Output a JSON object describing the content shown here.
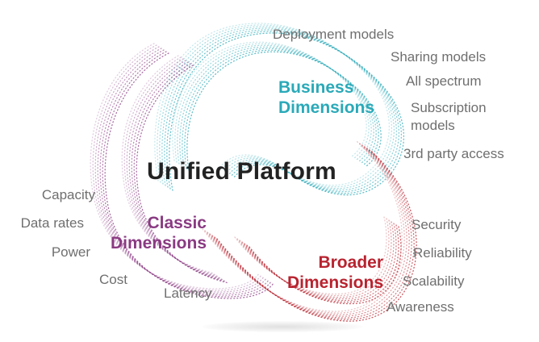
{
  "center_title": "Unified Platform",
  "colors": {
    "business": "#2aa9b8",
    "classic": "#8a3a82",
    "broader": "#b8232f",
    "label_gray": "#6f6f6f",
    "title_dark": "#222222"
  },
  "groups": {
    "business": {
      "heading": "Business\nDimensions",
      "items": [
        "Deployment models",
        "Sharing models",
        "All spectrum",
        "Subscription\nmodels",
        "3rd party access"
      ]
    },
    "classic": {
      "heading": "Classic\nDimensions",
      "items": [
        "Capacity",
        "Data rates",
        "Power",
        "Cost",
        "Latency"
      ]
    },
    "broader": {
      "heading": "Broader\nDimensions",
      "items": [
        "Security",
        "Reliability",
        "Scalability",
        "Awareness"
      ]
    }
  }
}
